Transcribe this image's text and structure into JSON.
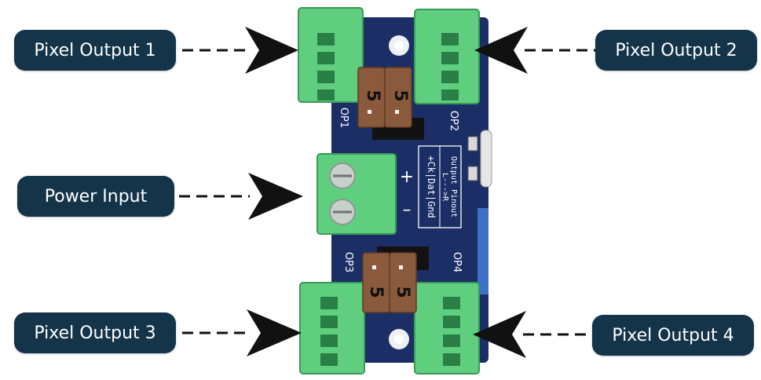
{
  "labels": {
    "pixel_output_1": "Pixel Output 1",
    "pixel_output_2": "Pixel Output 2",
    "power_input": "Power Input",
    "pixel_output_3": "Pixel Output 3",
    "pixel_output_4": "Pixel Output 4"
  },
  "board": {
    "jumper_labels": [
      "5",
      "5",
      "5",
      "5"
    ],
    "op_labels": [
      "OP1",
      "OP2",
      "OP3",
      "OP4"
    ],
    "polarity": [
      "+",
      "–"
    ],
    "pinout_title": "Output Pinout",
    "pinout_lines": [
      "+Ck|Dat|Gnd",
      "L--->R"
    ]
  },
  "colors": {
    "label_bg": "#14344a",
    "board": "#1c2e66",
    "terminal": "#5fcf7f",
    "jumper": "#8b5a3c"
  }
}
